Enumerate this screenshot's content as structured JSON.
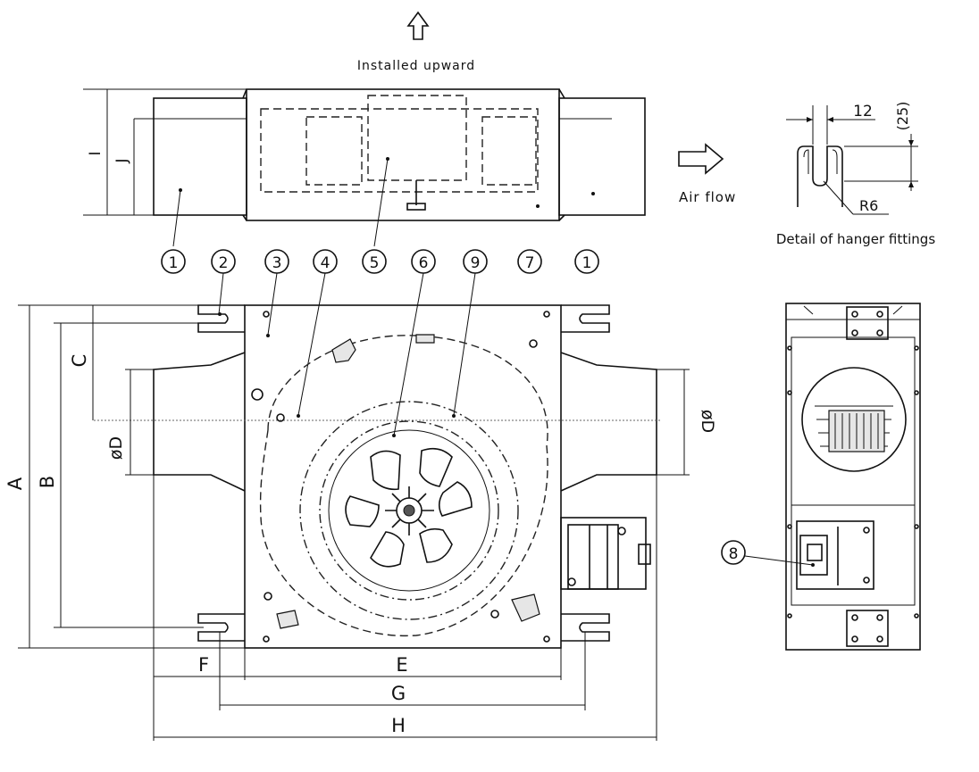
{
  "header": {
    "orientation_label": "Installed upward",
    "up_arrow_icon": "arrow-up-outline-icon"
  },
  "airflow": {
    "label": "Air flow",
    "arrow_icon": "arrow-right-outline-icon"
  },
  "hanger_detail": {
    "title": "Detail of hanger fittings",
    "width_label": "12",
    "depth_label": "(25)",
    "radius_label": "R6"
  },
  "callouts": {
    "top_row": [
      "1",
      "2",
      "3",
      "4",
      "5",
      "6",
      "9",
      "7",
      "1"
    ],
    "side_view": "8"
  },
  "dimensions": {
    "A": "A",
    "B": "B",
    "C": "C",
    "D_left": "øD",
    "D_right": "øD",
    "E": "E",
    "F": "F",
    "G": "G",
    "H": "H",
    "I": "I",
    "J": "J"
  }
}
